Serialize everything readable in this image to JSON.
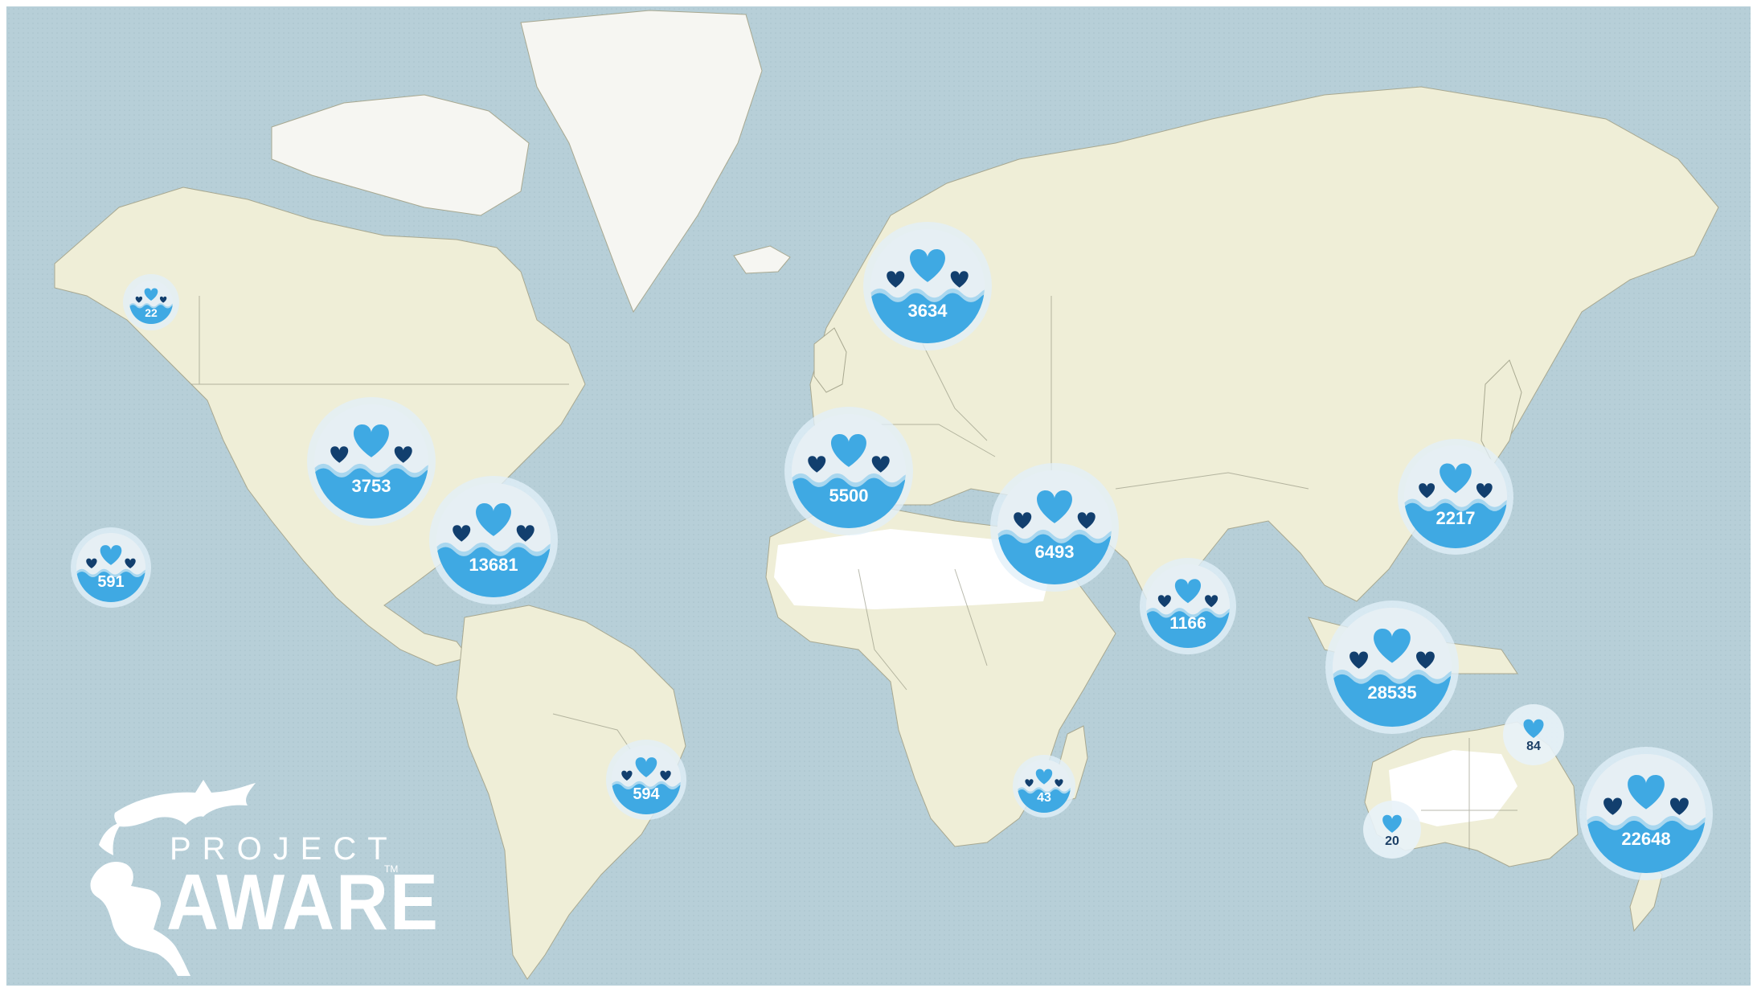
{
  "map": {
    "ocean_color": "#b7cfd8",
    "land_color": "#efeed7",
    "ice_color": "#f6f6f2",
    "desert_color": "#ffffff",
    "border_color": "#6d7060"
  },
  "clusters": [
    {
      "id": "alaska",
      "count": "22"
    },
    {
      "id": "north-america",
      "count": "3753"
    },
    {
      "id": "caribbean",
      "count": "13681"
    },
    {
      "id": "hawaii",
      "count": "591"
    },
    {
      "id": "brazil",
      "count": "594"
    },
    {
      "id": "scandinavia",
      "count": "3634"
    },
    {
      "id": "western-europe",
      "count": "5500"
    },
    {
      "id": "middle-east",
      "count": "6493"
    },
    {
      "id": "india",
      "count": "1166"
    },
    {
      "id": "east-asia",
      "count": "2217"
    },
    {
      "id": "southeast-asia",
      "count": "28535"
    },
    {
      "id": "madagascar",
      "count": "43"
    },
    {
      "id": "northeast-australia",
      "count": "84"
    },
    {
      "id": "western-australia",
      "count": "20"
    },
    {
      "id": "southeast-australia",
      "count": "22648"
    }
  ],
  "colors": {
    "heart_main": "#3fa9e3",
    "heart_side": "#123f6e",
    "water": "#3fa9e3",
    "wave_light": "#a9d7ef"
  },
  "logo": {
    "line1": "PROJECT",
    "line2": "AWARE",
    "tm": "TM"
  }
}
